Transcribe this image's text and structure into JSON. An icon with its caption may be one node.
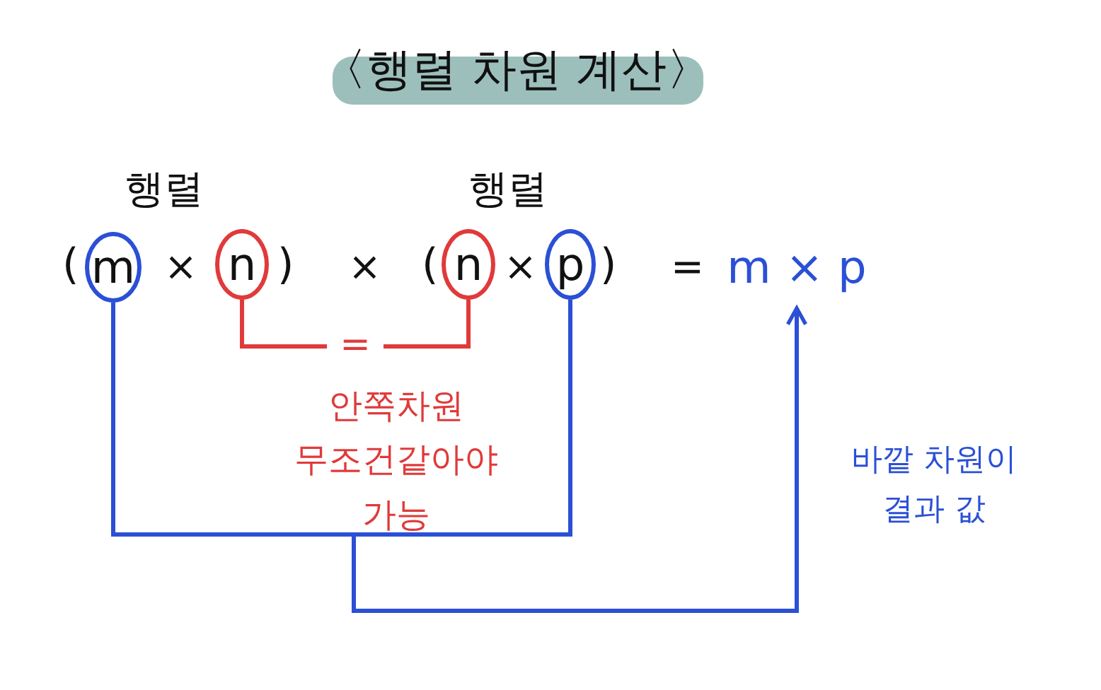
{
  "diagram": {
    "title": "〈행렬 차원 계산〉",
    "nodes": [
      {
        "text": [
          "m"
        ]
      },
      {
        "text": [
          "n"
        ]
      },
      {
        "text": [
          "n"
        ]
      },
      {
        "text": [
          "p"
        ]
      },
      {
        "text": [
          "m × p"
        ]
      }
    ],
    "edges": [
      {
        "from": 0,
        "to": 4,
        "arrow": "to",
        "color": "#2b50d6"
      },
      {
        "from": 3,
        "to": 4,
        "arrow": "to",
        "color": "#2b50d6"
      },
      {
        "from": 1,
        "to": 2,
        "arrow": "none",
        "label": "=",
        "color": "#e03a3a"
      }
    ],
    "labels": [
      "행렬",
      "행렬",
      "(",
      "×",
      ")",
      "×",
      "(",
      "×",
      ")",
      "=",
      "안쪽차원 무조건같아야 가능",
      "바깥 차원이 결과 값"
    ]
  }
}
